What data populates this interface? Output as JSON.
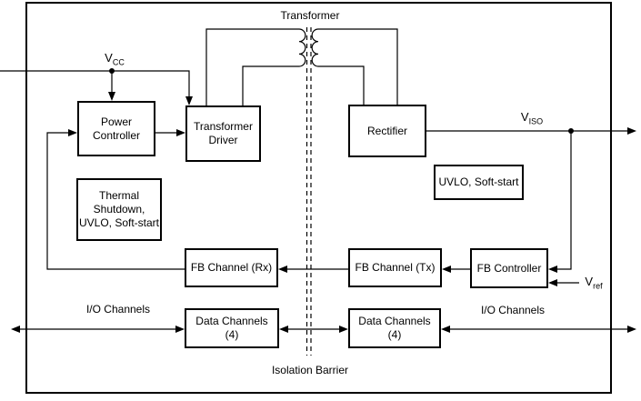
{
  "style": {
    "line_color": "#000000",
    "background": "#ffffff",
    "text_color": "#000000"
  },
  "labels": {
    "transformer": "Transformer",
    "isolation_barrier": "Isolation Barrier",
    "io_channels_left": "I/O Channels",
    "io_channels_right": "I/O Channels"
  },
  "signals": {
    "vcc": {
      "base": "V",
      "sub": "CC"
    },
    "viso": {
      "base": "V",
      "sub": "ISO"
    },
    "vref": {
      "base": "V",
      "sub": "ref"
    }
  },
  "blocks": {
    "power_controller": {
      "lines": [
        "Power",
        "Controller"
      ]
    },
    "transformer_driver": {
      "lines": [
        "Transformer",
        "Driver"
      ]
    },
    "rectifier": {
      "lines": [
        "Rectifier"
      ]
    },
    "uvlo_soft_start": {
      "lines": [
        "UVLO, Soft-start"
      ]
    },
    "thermal_shutdown": {
      "lines": [
        "Thermal",
        "Shutdown,",
        "UVLO, Soft-start"
      ]
    },
    "fb_channel_rx": {
      "lines": [
        "FB Channel (Rx)"
      ]
    },
    "fb_channel_tx": {
      "lines": [
        "FB Channel (Tx)"
      ]
    },
    "fb_controller": {
      "lines": [
        "FB Controller"
      ]
    },
    "data_channels_left": {
      "lines": [
        "Data Channels",
        "(4)"
      ]
    },
    "data_channels_right": {
      "lines": [
        "Data Channels",
        "(4)"
      ]
    }
  }
}
